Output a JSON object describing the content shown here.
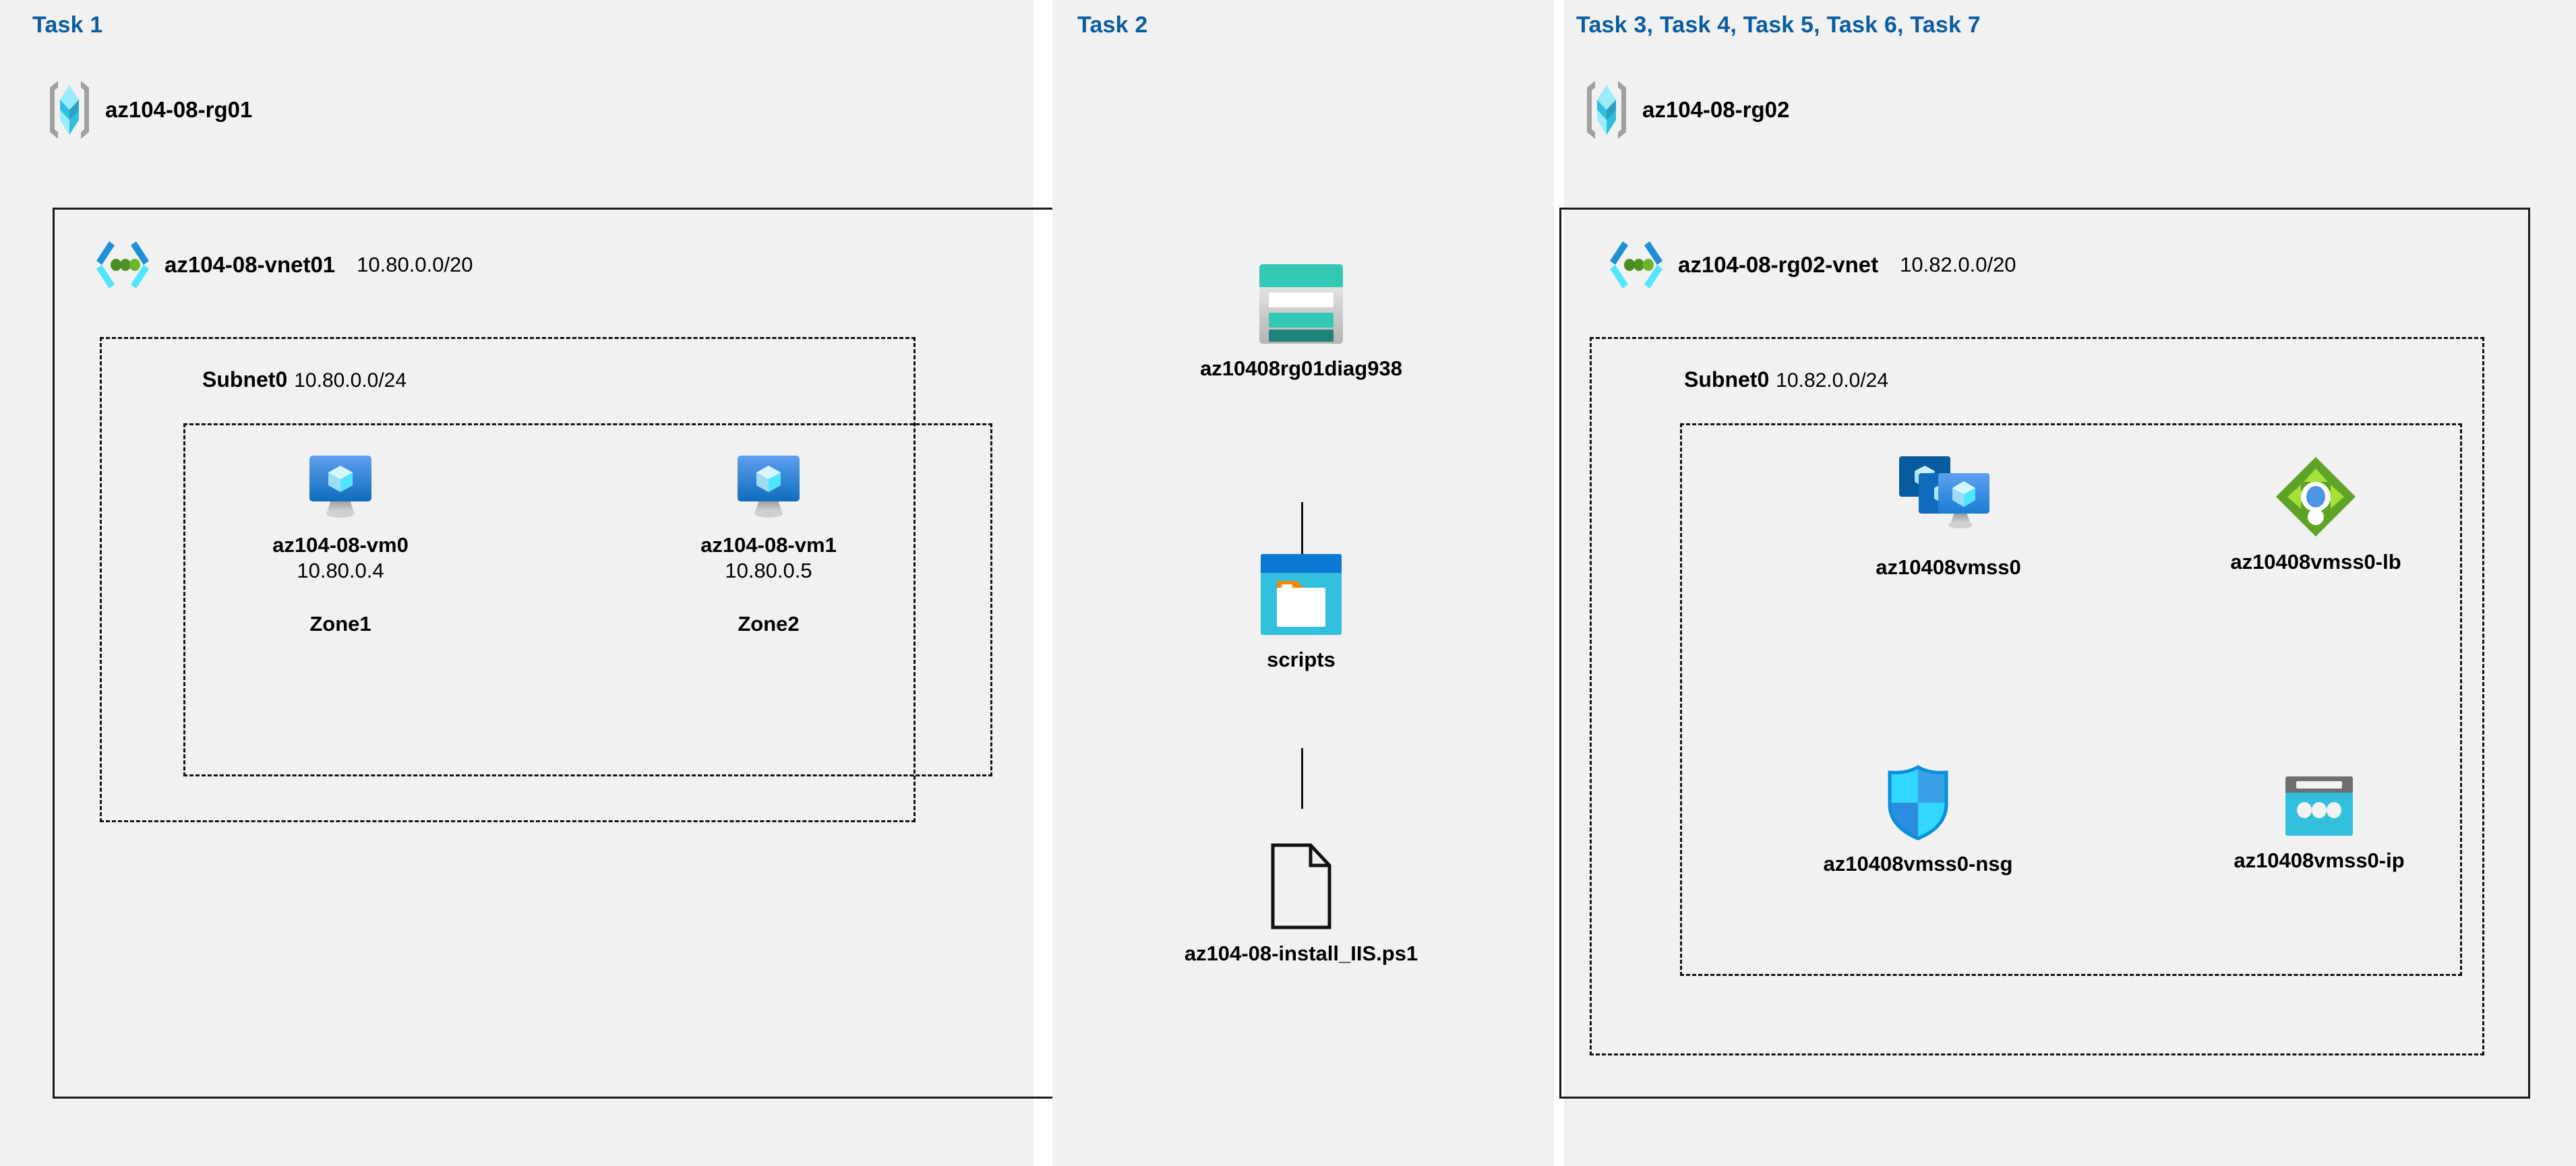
{
  "panels": [
    {
      "key": "task1",
      "label": "Task 1"
    },
    {
      "key": "task2",
      "label": "Task 2"
    },
    {
      "key": "task3",
      "label": "Task 3, Task 4, Task 5, Task 6, Task 7"
    }
  ],
  "task1": {
    "label": "Task 1",
    "resource_group": {
      "name": "az104-08-rg01",
      "icon": "resource-group-icon"
    },
    "vnet": {
      "name": "az104-08-vnet01",
      "cidr": "10.80.0.0/20",
      "icon": "virtual-network-icon"
    },
    "subnet": {
      "name": "Subnet0",
      "cidr": "10.80.0.0/24"
    },
    "vms": [
      {
        "name": "az104-08-vm0",
        "ip": "10.80.0.4",
        "zone": "Zone1",
        "icon": "virtual-machine-icon"
      },
      {
        "name": "az104-08-vm1",
        "ip": "10.80.0.5",
        "zone": "Zone2",
        "icon": "virtual-machine-icon"
      }
    ]
  },
  "task2": {
    "label": "Task 2",
    "storage_account": {
      "name": "az10408rg01diag938",
      "icon": "storage-account-icon"
    },
    "container": {
      "name": "scripts",
      "icon": "blob-container-icon"
    },
    "file": {
      "name": "az104-08-install_IIS.ps1",
      "icon": "script-file-icon"
    }
  },
  "task3": {
    "label": "Task 3, Task 4, Task 5, Task 6, Task 7",
    "resource_group": {
      "name": "az104-08-rg02",
      "icon": "resource-group-icon"
    },
    "vnet": {
      "name": "az104-08-rg02-vnet",
      "cidr": "10.82.0.0/20",
      "icon": "virtual-network-icon"
    },
    "subnet": {
      "name": "Subnet0",
      "cidr": "10.82.0.0/24"
    },
    "resources": [
      {
        "name": "az10408vmss0",
        "icon": "vm-scale-set-icon"
      },
      {
        "name": "az10408vmss0-lb",
        "icon": "load-balancer-icon"
      },
      {
        "name": "az10408vmss0-nsg",
        "icon": "network-security-group-icon"
      },
      {
        "name": "az10408vmss0-ip",
        "icon": "public-ip-address-icon"
      }
    ]
  },
  "colors": {
    "panel_background": "#f1f1f1",
    "page_background": "#ffffff",
    "task_label": "#0a5ca0",
    "border": "#1a1a1a",
    "azure_blue": "#0078d4",
    "azure_cyan": "#32bedd",
    "storage_teal": "#32c8b4",
    "load_balancer_green": "#5ea226",
    "vnet_green_dot": "#4f8a22"
  }
}
